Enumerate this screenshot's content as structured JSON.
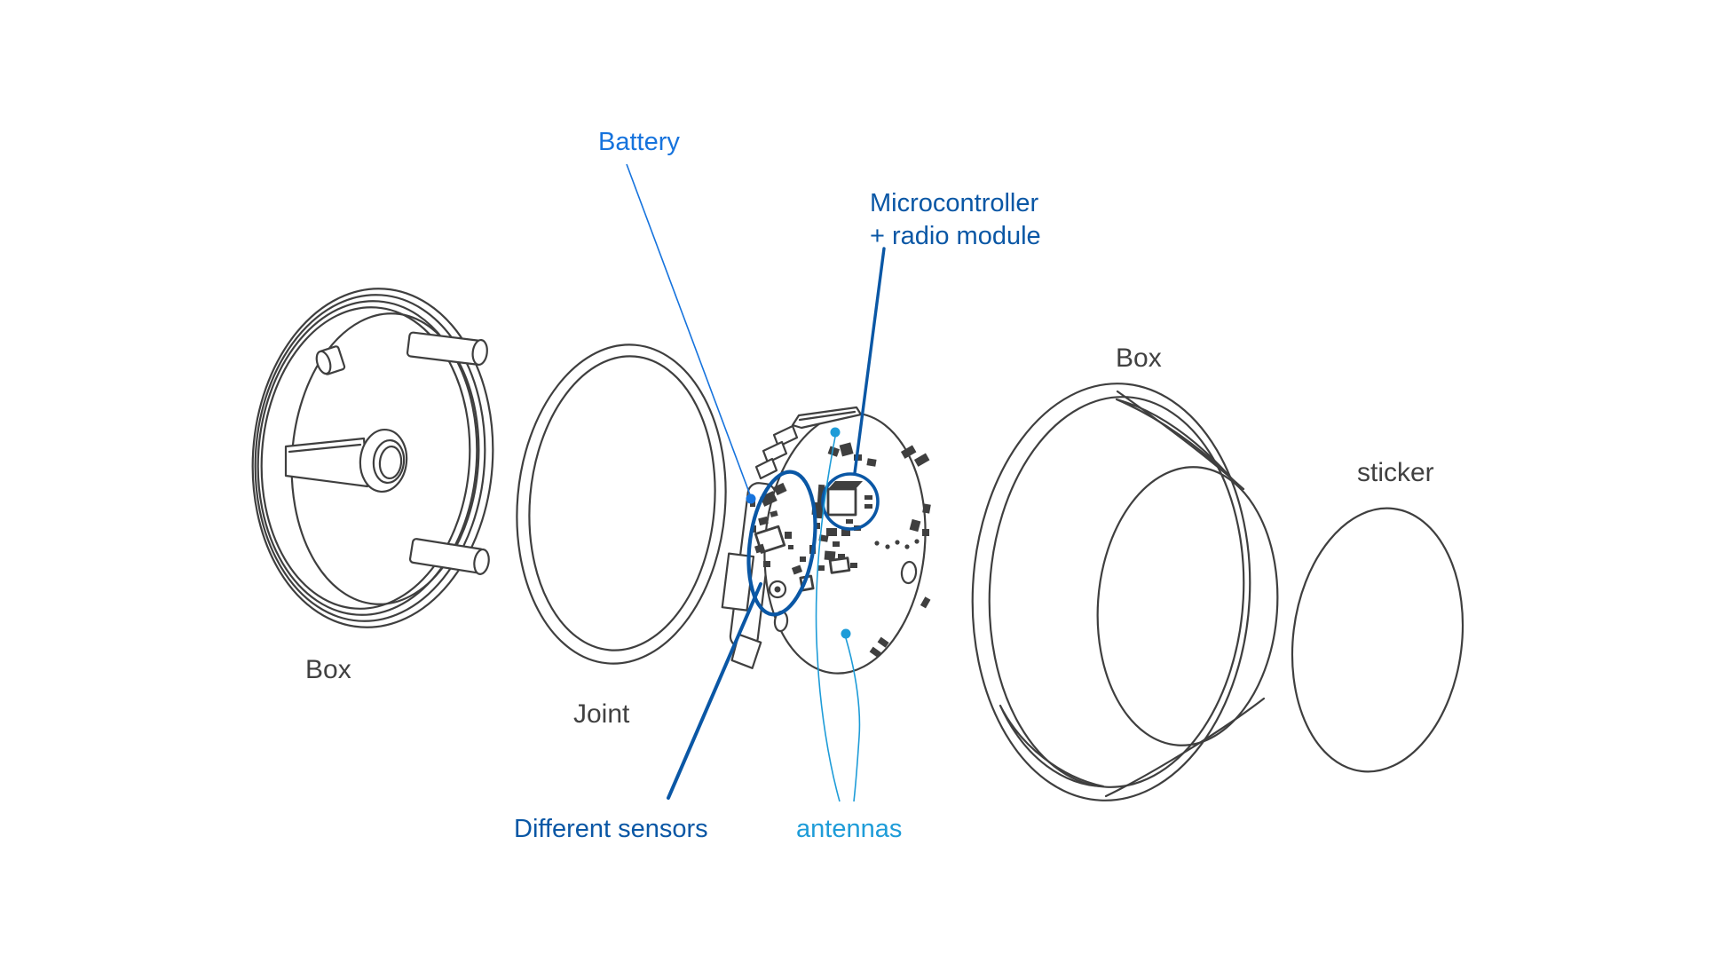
{
  "figure_title": "Exploded view of round sensor device",
  "colors": {
    "line_art": "#3f3f3f",
    "label_gray": "#414141",
    "battery_blue": "#1673dd",
    "dark_blue": "#0a57a5",
    "antenna_cyan": "#1e9cd8"
  },
  "labels": {
    "battery": "Battery",
    "microcontroller_line1": "Microcontroller",
    "microcontroller_line2": "+ radio module",
    "box_left": "Box",
    "joint": "Joint",
    "different_sensors": "Different sensors",
    "antennas": "antennas",
    "box_right": "Box",
    "sticker": "sticker"
  }
}
